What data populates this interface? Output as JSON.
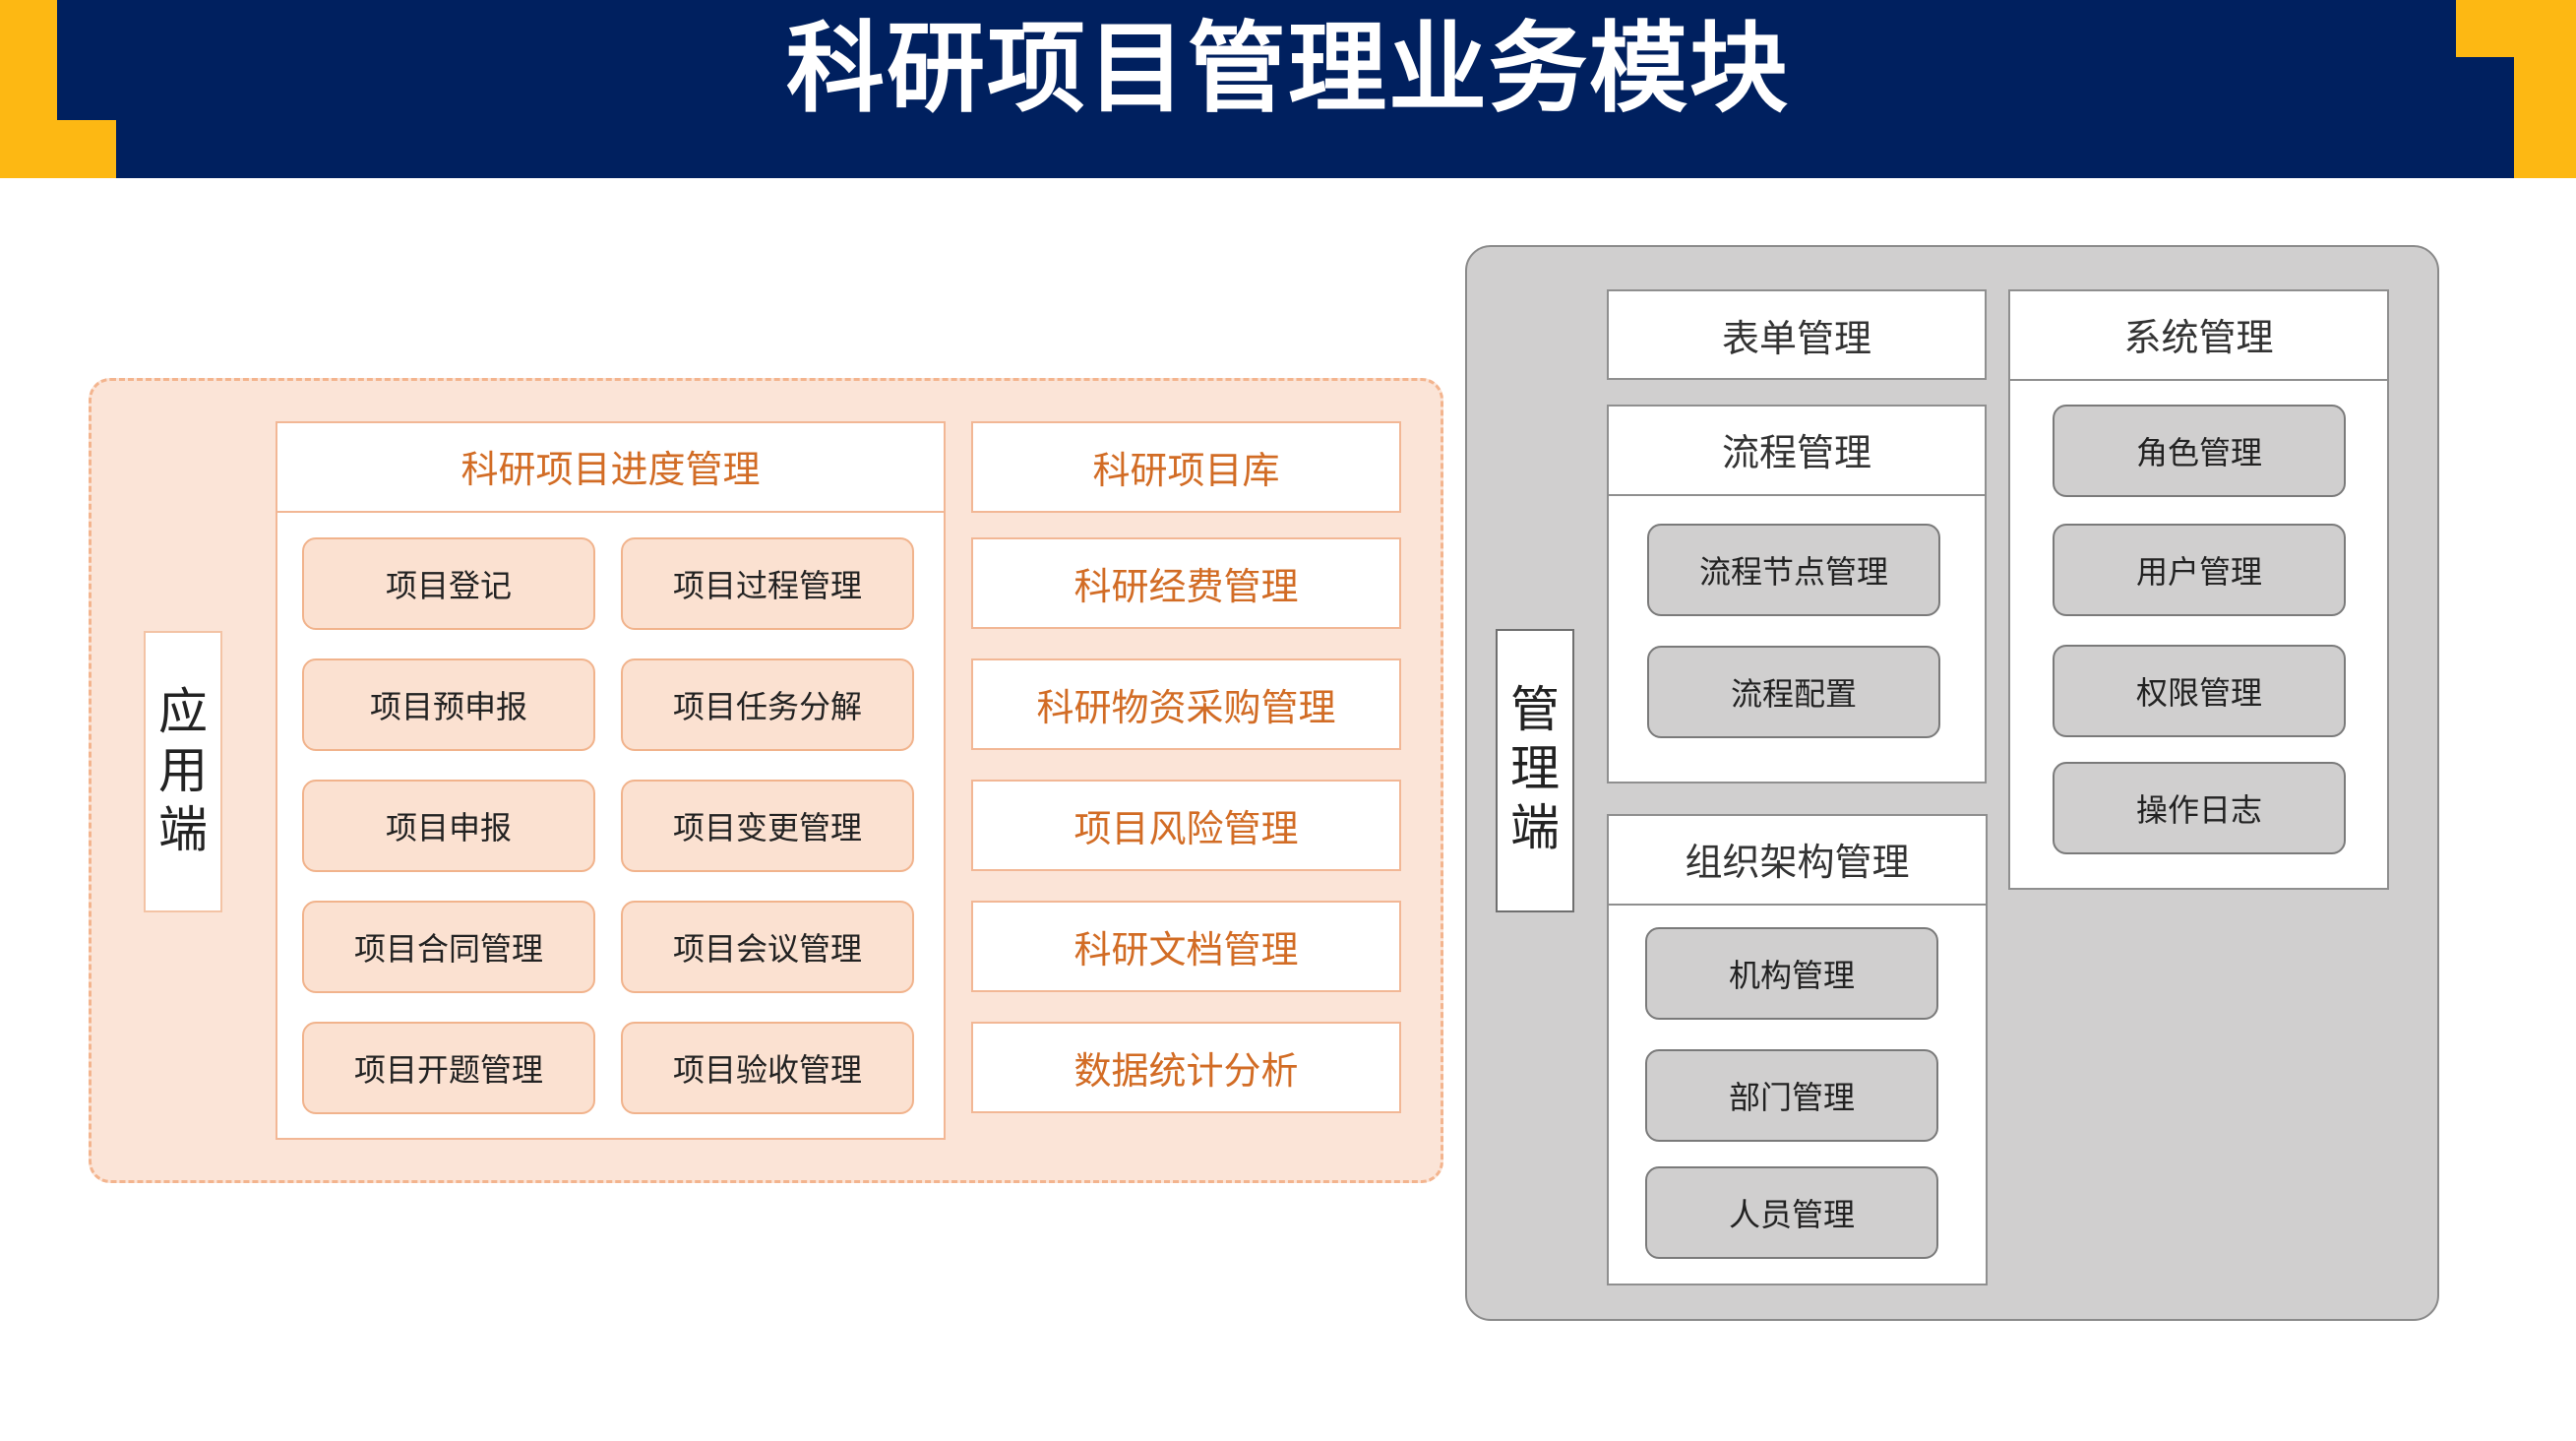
{
  "title": "科研项目管理业务模块",
  "colors": {
    "header_bg": "#00205f",
    "accent": "#fdb813",
    "app_panel_bg": "#fbe4d7",
    "app_text": "#d26c25",
    "mgmt_panel_bg": "#d0cfcf"
  },
  "app": {
    "label_chars": [
      "应",
      "用",
      "端"
    ],
    "progress": {
      "title": "科研项目进度管理",
      "items": [
        "项目登记",
        "项目过程管理",
        "项目预申报",
        "项目任务分解",
        "项目申报",
        "项目变更管理",
        "项目合同管理",
        "项目会议管理",
        "项目开题管理",
        "项目验收管理"
      ]
    },
    "modules": [
      "科研项目库",
      "科研经费管理",
      "科研物资采购管理",
      "项目风险管理",
      "科研文档管理",
      "数据统计分析"
    ]
  },
  "mgmt": {
    "label_chars": [
      "管",
      "理",
      "端"
    ],
    "form": {
      "title": "表单管理"
    },
    "flow": {
      "title": "流程管理",
      "items": [
        "流程节点管理",
        "流程配置"
      ]
    },
    "org": {
      "title": "组织架构管理",
      "items": [
        "机构管理",
        "部门管理",
        "人员管理"
      ]
    },
    "system": {
      "title": "系统管理",
      "items": [
        "角色管理",
        "用户管理",
        "权限管理",
        "操作日志"
      ]
    }
  }
}
